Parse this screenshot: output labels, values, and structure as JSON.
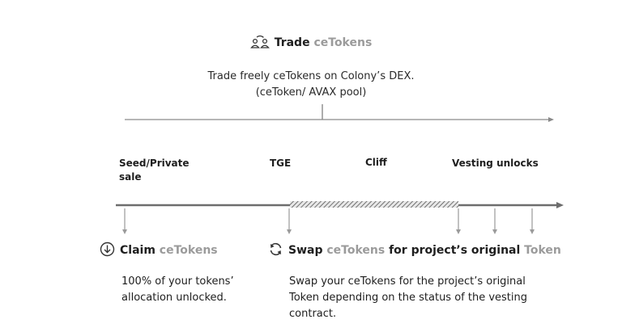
{
  "trade": {
    "title_bold": "Trade",
    "title_muted": "ceTokens",
    "icon": "people-swap-icon",
    "line1": "Trade freely ceTokens on Colony’s DEX.",
    "line2": "(ceToken/ AVAX pool)"
  },
  "timeline": {
    "phases": {
      "seed_line1": "Seed/Private",
      "seed_line2": "sale",
      "tge": "TGE",
      "cliff": "Cliff",
      "vesting": "Vesting unlocks"
    }
  },
  "claim": {
    "icon": "download-circle-icon",
    "title_bold": "Claim",
    "title_muted": "ceTokens",
    "line1": "100% of your tokens’",
    "line2": "allocation unlocked."
  },
  "swap": {
    "icon": "refresh-icon",
    "title_bold1": "Swap",
    "title_muted1": "ceTokens",
    "title_bold2": "for project’s original",
    "title_muted2": "Token",
    "line1": "Swap your ceTokens for the project’s original",
    "line2": "Token depending on the status of the vesting",
    "line3": "contract."
  },
  "colors": {
    "text": "#1e1e1e",
    "muted": "#9b9b9b",
    "line": "#8a8a8a",
    "axis": "#6d6d6d"
  }
}
